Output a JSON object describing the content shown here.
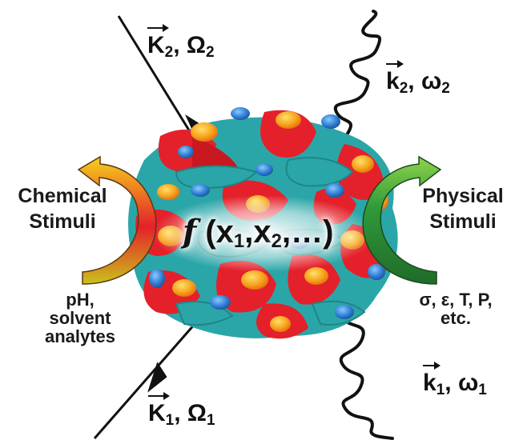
{
  "left_labels": {
    "title_line1": "Chemical",
    "title_line2": "Stimuli",
    "sub_line1": "pH,",
    "sub_line2": "solvent",
    "sub_line3": "analytes"
  },
  "right_labels": {
    "title_line1": "Physical",
    "title_line2": "Stimuli",
    "sub_line1": "σ, ε, T, P,",
    "sub_line2": "etc."
  },
  "function_label": {
    "f": "f",
    "open": " (x",
    "sub1": "1",
    "mid": ",x",
    "sub2": "2",
    "tail": ",…)"
  },
  "beams": {
    "K2": {
      "base": "K",
      "sub": "2",
      "sep": ", ",
      "symbol": "Ω",
      "sym_sub": "2"
    },
    "K1": {
      "base": "K",
      "sub": "1",
      "sep": ", ",
      "symbol": "Ω",
      "sym_sub": "1"
    },
    "k2": {
      "base": "k",
      "sub": "2",
      "sep": ", ",
      "symbol": "ω",
      "sym_sub": "2"
    },
    "k1": {
      "base": "k",
      "sub": "1",
      "sep": ", ",
      "symbol": "ω",
      "sym_sub": "1"
    }
  },
  "colors": {
    "red": "#e4202a",
    "teal": "#2aa6a8",
    "blue": "#2f7fd3",
    "orange": "#f7a21b",
    "green": "#2f9a3a",
    "ink": "#111111"
  }
}
